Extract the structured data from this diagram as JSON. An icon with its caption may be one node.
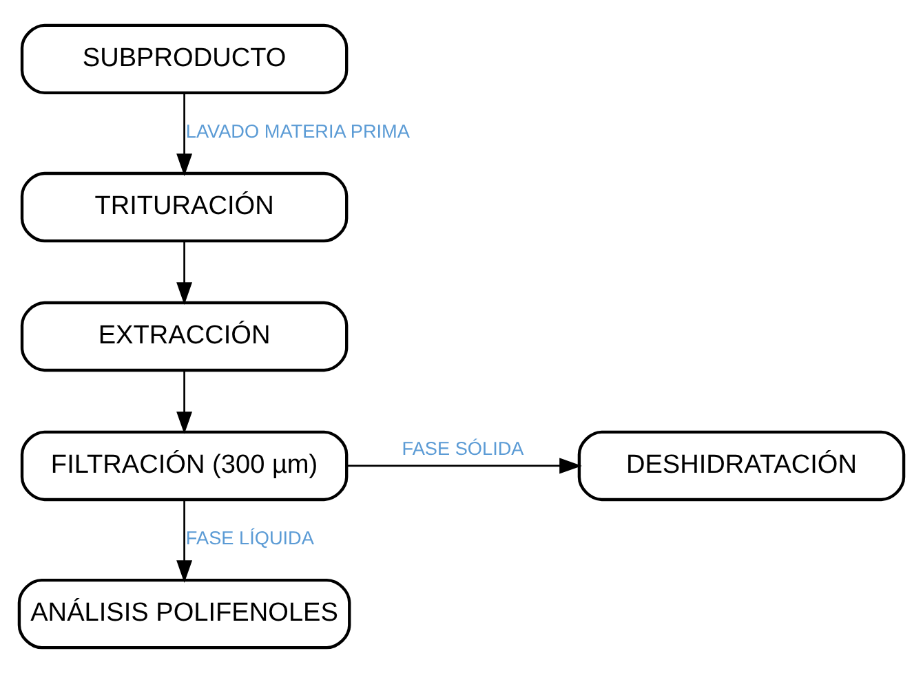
{
  "diagram": {
    "nodes": [
      {
        "text": [
          "SUBPRODUCTO"
        ]
      },
      {
        "text": [
          "TRITURACIÓN"
        ]
      },
      {
        "text": [
          "EXTRACCIÓN"
        ]
      },
      {
        "text": [
          "FILTRACIÓN (300 µm)"
        ]
      },
      {
        "text": [
          "DESHIDRATACIÓN"
        ]
      },
      {
        "text": [
          "ANÁLISIS POLIFENOLES"
        ]
      }
    ],
    "edges": [
      {
        "from": 0,
        "to": 1,
        "arrow": "to",
        "label": "LAVADO MATERIA PRIMA"
      },
      {
        "from": 1,
        "to": 2,
        "arrow": "to"
      },
      {
        "from": 2,
        "to": 3,
        "arrow": "to"
      },
      {
        "from": 3,
        "to": 4,
        "arrow": "to",
        "label": "FASE SÓLIDA"
      },
      {
        "from": 3,
        "to": 5,
        "arrow": "to",
        "label": "FASE LÍQUIDA"
      }
    ]
  }
}
